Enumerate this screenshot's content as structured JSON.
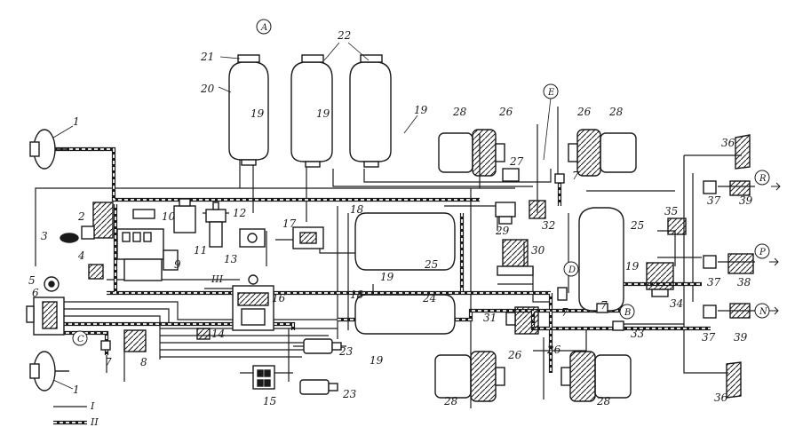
{
  "colors": {
    "ink": "#1a1a1a",
    "paper": "#ffffff"
  },
  "labels": {
    "n1": "1",
    "n2": "2",
    "n3": "3",
    "n4": "4",
    "n5": "5",
    "n6": "6",
    "n7": "7",
    "n8": "8",
    "n9": "9",
    "n10": "10",
    "n11": "11",
    "n12": "12",
    "n13": "13",
    "n14": "14",
    "n15": "15",
    "n16": "16",
    "n17": "17",
    "n18": "18",
    "n19": "19",
    "n20": "20",
    "n21": "21",
    "n22": "22",
    "n23": "23",
    "n24": "24",
    "n25": "25",
    "n26": "26",
    "n27": "27",
    "n28": "28",
    "n29": "29",
    "n30": "30",
    "n31": "31",
    "n32": "32",
    "n33": "33",
    "n34": "34",
    "n35": "35",
    "n36": "36",
    "n37": "37",
    "n38": "38",
    "n39": "39"
  },
  "markers": {
    "A": "A",
    "E": "E",
    "R": "R",
    "P": "P",
    "N": "N",
    "C": "C",
    "D": "D",
    "B": "B"
  },
  "roman": {
    "III": "III",
    "I": "I",
    "II": "II"
  }
}
